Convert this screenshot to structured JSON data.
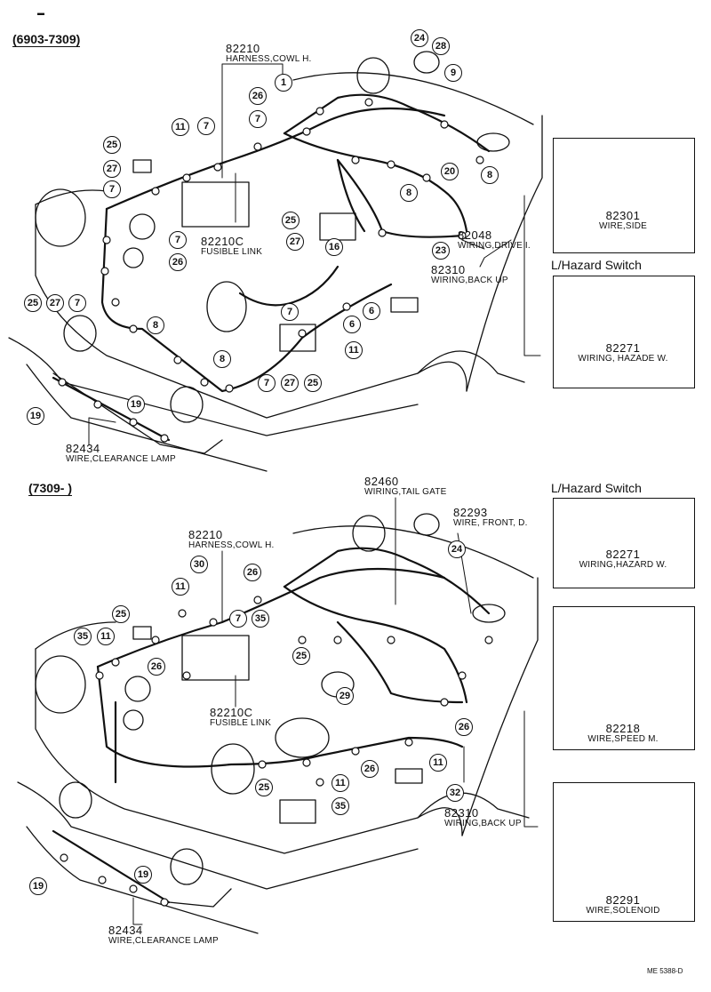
{
  "top": {
    "range_label": "(6903-7309)",
    "parts": [
      {
        "code": "82210",
        "desc": "HARNESS,COWL H."
      },
      {
        "code": "82210C",
        "desc": "FUSIBLE LINK"
      },
      {
        "code": "82048",
        "desc": "WIRING,DRIVE I."
      },
      {
        "code": "82310",
        "desc": "WIRING,BACK UP"
      },
      {
        "code": "82434",
        "desc": "WIRE,CLEARANCE LAMP"
      }
    ],
    "callouts": [
      "1",
      "24",
      "28",
      "9",
      "26",
      "11",
      "7",
      "7",
      "25",
      "27",
      "7",
      "8",
      "20",
      "8",
      "25",
      "27",
      "16",
      "23",
      "7",
      "26",
      "25",
      "27",
      "7",
      "8",
      "6",
      "6",
      "11",
      "8",
      "7",
      "27",
      "25",
      "19",
      "19"
    ]
  },
  "bottom": {
    "range_label": "(7309-      )",
    "parts": [
      {
        "code": "82460",
        "desc": "WIRING,TAIL GATE"
      },
      {
        "code": "82293",
        "desc": "WIRE, FRONT, D."
      },
      {
        "code": "82210",
        "desc": "HARNESS,COWL H."
      },
      {
        "code": "82210C",
        "desc": "FUSIBLE LINK"
      },
      {
        "code": "82310",
        "desc": "WIRING,BACK UP"
      },
      {
        "code": "82434",
        "desc": "WIRE,CLEARANCE LAMP"
      }
    ],
    "callouts": [
      "24",
      "30",
      "26",
      "11",
      "25",
      "7",
      "35",
      "35",
      "11",
      "26",
      "25",
      "29",
      "26",
      "11",
      "26",
      "25",
      "11",
      "35",
      "32",
      "19",
      "19"
    ]
  },
  "side": {
    "hazard_title_1": "L/Hazard Switch",
    "hazard_title_2": "L/Hazard Switch",
    "boxes": [
      {
        "code": "82301",
        "desc": "WIRE,SIDE"
      },
      {
        "code": "82271",
        "desc": "WIRING, HAZADE W."
      },
      {
        "code": "82271",
        "desc": "WIRING,HAZARD W."
      },
      {
        "code": "82218",
        "desc": "WIRE,SPEED M."
      },
      {
        "code": "82291",
        "desc": "WIRE,SOLENOID"
      }
    ]
  },
  "footer": {
    "ref": "ME 5388-D"
  }
}
